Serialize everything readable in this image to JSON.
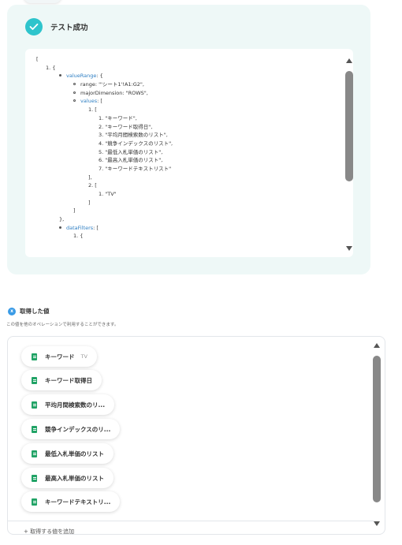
{
  "test_result": {
    "status_label": "テスト成功",
    "json_lines": [
      {
        "indent": 0,
        "text": "["
      },
      {
        "indent": 1,
        "text": "1. {"
      },
      {
        "indent": 2,
        "bullet": "disc",
        "key": "valueRange",
        "text": ": {"
      },
      {
        "indent": 3,
        "bullet": "circle",
        "text": "range: \"'シート1'!A1:G2\","
      },
      {
        "indent": 3,
        "bullet": "circle",
        "text": "majorDimension: \"ROWS\","
      },
      {
        "indent": 3,
        "bullet": "circle",
        "key": "values",
        "text": ": ["
      },
      {
        "indent": 4,
        "text": "1. ["
      },
      {
        "indent": 5,
        "text": "1. \"キーワード\","
      },
      {
        "indent": 5,
        "text": "2. \"キーワード取得日\","
      },
      {
        "indent": 5,
        "text": "3. \"平均月間検索数のリスト\","
      },
      {
        "indent": 5,
        "text": "4. \"競争インデックスのリスト\","
      },
      {
        "indent": 5,
        "text": "5. \"最低入札単価のリスト\","
      },
      {
        "indent": 5,
        "text": "6. \"最高入札単価のリスト\","
      },
      {
        "indent": 5,
        "text": "7. \"キーワードテキストリスト\""
      },
      {
        "indent": 4,
        "text": "],"
      },
      {
        "indent": 4,
        "text": "2. ["
      },
      {
        "indent": 5,
        "text": "1. \"TV\""
      },
      {
        "indent": 4,
        "text": "]"
      },
      {
        "indent": 3,
        "text": "]"
      },
      {
        "indent": 2,
        "text": "},"
      },
      {
        "indent": 2,
        "bullet": "disc",
        "key": "dataFilters",
        "text": ": ["
      },
      {
        "indent": 3,
        "text": "1. {"
      }
    ]
  },
  "retrieved_values": {
    "title": "取得した値",
    "badge": "x",
    "description": "この値を他のオペレーションで利用することができます。",
    "items": [
      {
        "label": "キーワード",
        "value": "TV"
      },
      {
        "label": "キーワード取得日",
        "value": ""
      },
      {
        "label": "平均月間検索数のリ...",
        "value": ""
      },
      {
        "label": "競争インデックスのリ...",
        "value": ""
      },
      {
        "label": "最低入札単価のリスト",
        "value": ""
      },
      {
        "label": "最高入札単価のリスト",
        "value": ""
      },
      {
        "label": "キーワードテキストリ...",
        "value": ""
      }
    ],
    "add_link_label": "+ 取得する値を追加"
  },
  "colors": {
    "success": "#2ec4cc",
    "json_key": "#2f7fc3",
    "sheet_icon": "#21a366",
    "panel_bg": "#eef8f7"
  }
}
